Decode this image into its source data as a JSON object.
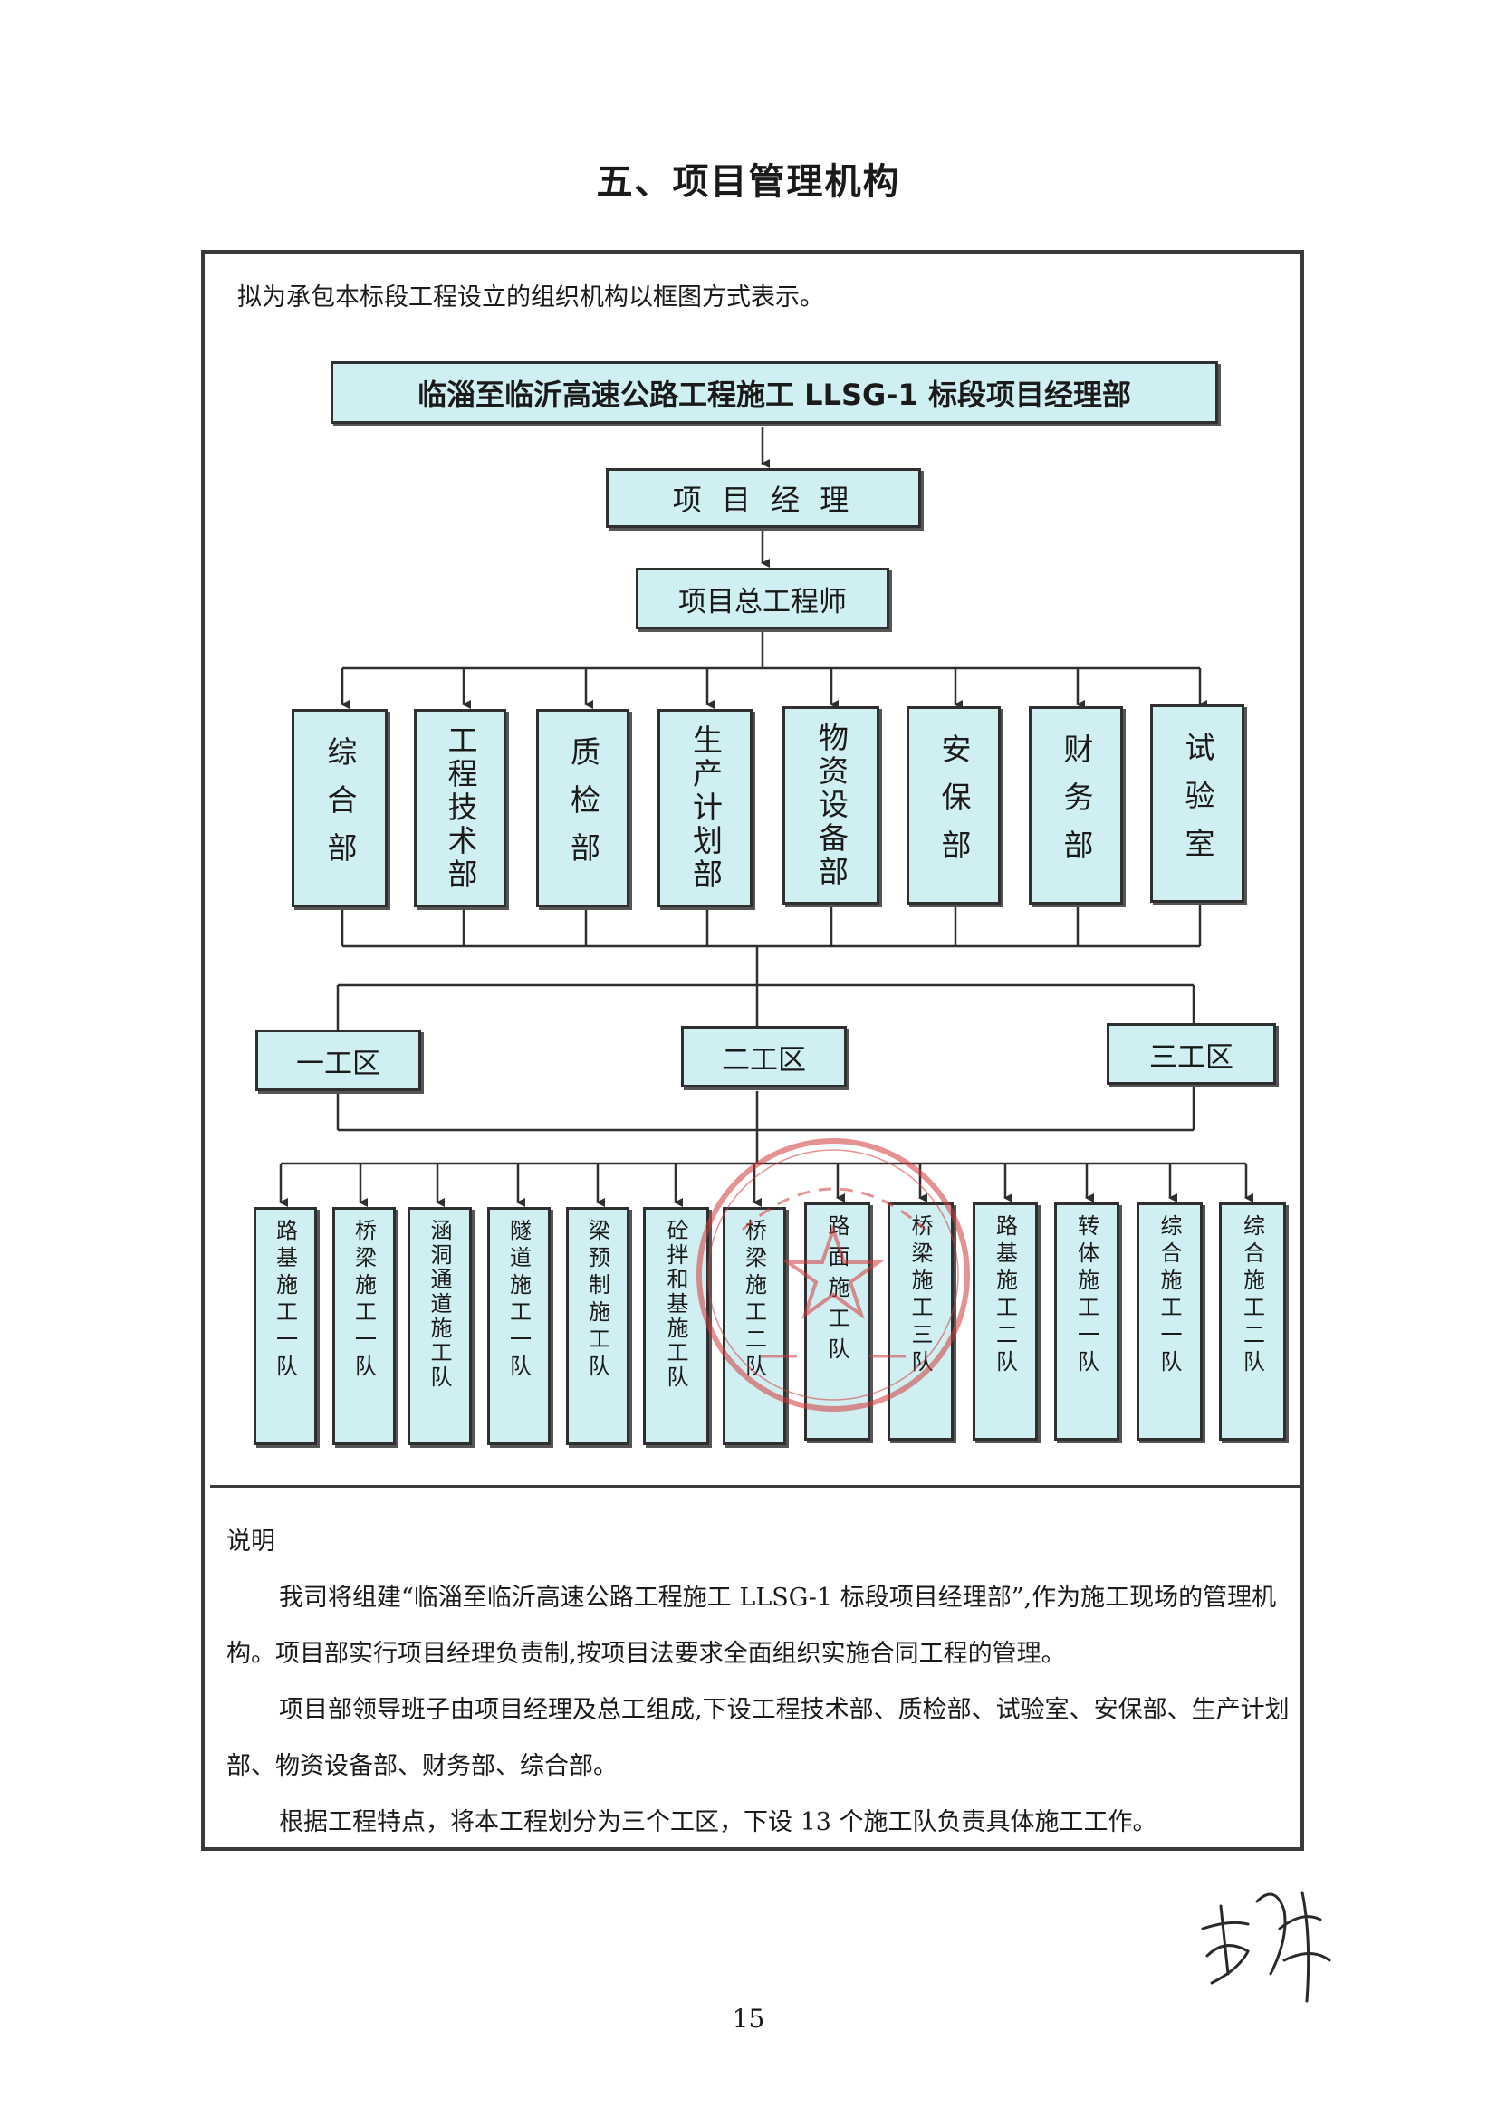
{
  "page": {
    "title": "五、项目管理机构",
    "intro": "拟为承包本标段工程设立的组织机构以框图方式表示。",
    "page_number": "15"
  },
  "org": {
    "hq": "临淄至临沂高速公路工程施工 LLSG-1 标段项目经理部",
    "manager": "项 目 经 理",
    "chief_engineer": "项目总工程师",
    "departments": [
      "综合部",
      "工程技术部",
      "质检部",
      "生产计划部",
      "物资设备部",
      "安保部",
      "财务部",
      "试验室"
    ],
    "work_areas": [
      "一工区",
      "二工区",
      "三工区"
    ],
    "teams": [
      "路基施工一队",
      "桥梁施工一队",
      "涵洞通道施工队",
      "隧道施工一队",
      "梁预制施工队",
      "砼拌和基施工队",
      "桥梁施工二队",
      "路面施工队",
      "桥梁施工三队",
      "路基施工二队",
      "转体施工一队",
      "综合施工一队",
      "综合施工二队"
    ]
  },
  "notes": {
    "heading": "说明",
    "paragraphs": [
      "我司将组建“临淄至临沂高速公路工程施工 LLSG-1 标段项目经理部”,作为施工现场的管理机构。项目部实行项目经理负责制,按项目法要求全面组织实施合同工程的管理。",
      "项目部领导班子由项目经理及总工组成,下设工程技术部、质检部、试验室、安保部、生产计划部、物资设备部、财务部、综合部。",
      "根据工程特点，将本工程划分为三个工区，下设 13 个施工队负责具体施工工作。"
    ]
  },
  "colors": {
    "box_fill": "#cfeff2",
    "stamp": "#d43a3a",
    "line": "#2f2f2f"
  }
}
